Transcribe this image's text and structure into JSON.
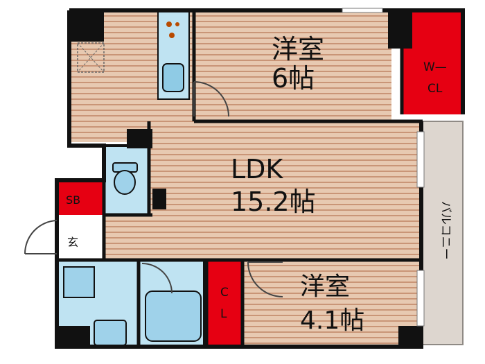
{
  "colors": {
    "wall": "#111111",
    "floor": "#e7c9b1",
    "floor_stripe": "#c99577",
    "storage": "#e60012",
    "wet_area": "#bfe3f2",
    "balcony": "#ddd6cf"
  },
  "rooms": {
    "western1": {
      "name": "洋室",
      "size": "6帖"
    },
    "ldk": {
      "name": "LDK",
      "size": "15.2帖"
    },
    "western2": {
      "name": "洋室",
      "size": "4.1帖"
    },
    "wcl": {
      "line1": "W—",
      "line2": "CL"
    },
    "sb": {
      "label": "SB"
    },
    "entrance": {
      "label": "玄"
    },
    "cl": {
      "line1": "C",
      "line2": "L"
    },
    "balcony": {
      "label": "バルコニー"
    }
  }
}
